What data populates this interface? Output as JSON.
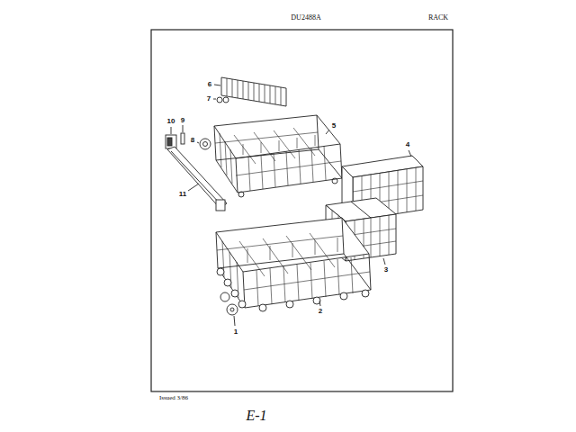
{
  "diagram": {
    "labels": [
      "DU2488A",
      "RACK",
      "6",
      "7",
      "10",
      "9",
      "8",
      "5",
      "11",
      "4",
      "2",
      "3",
      "1",
      "Issued 3/86",
      "E-1"
    ]
  }
}
